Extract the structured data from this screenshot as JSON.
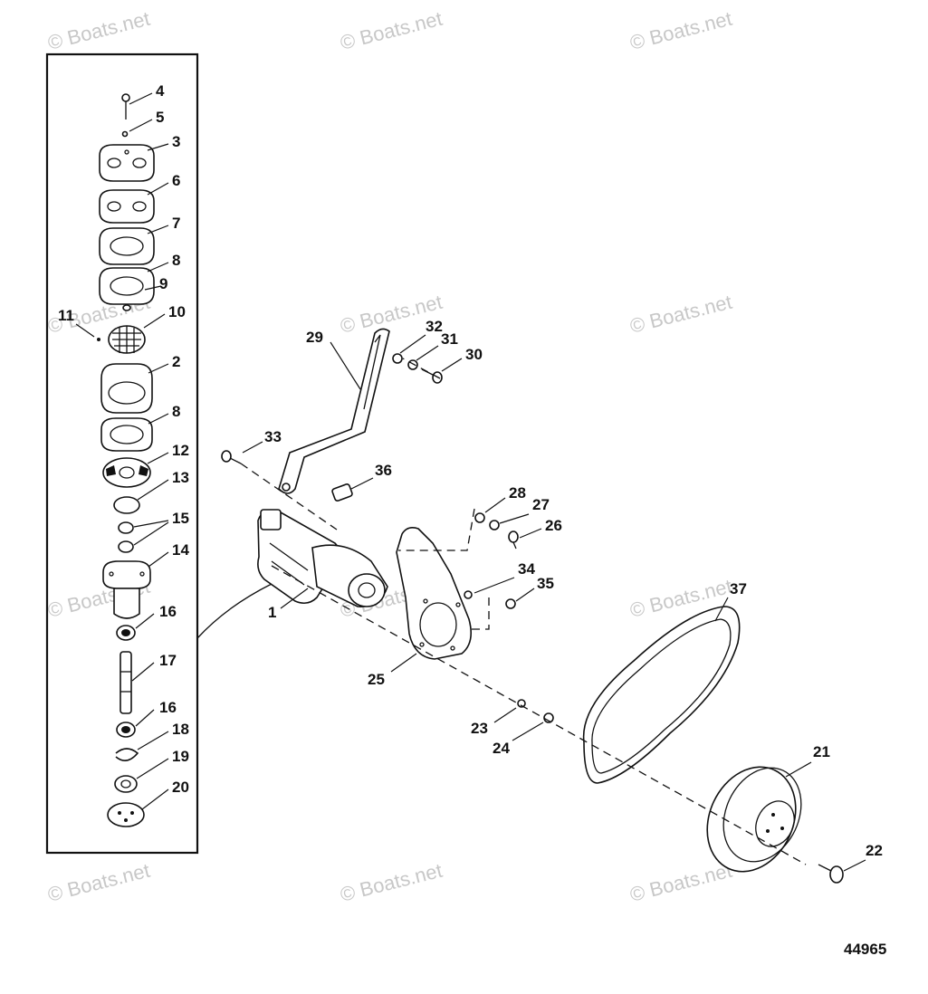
{
  "watermark": "© Boats.net",
  "drawing_number": "44965",
  "callouts": [
    "1",
    "2",
    "3",
    "4",
    "5",
    "6",
    "7",
    "8",
    "9",
    "10",
    "11",
    "12",
    "13",
    "14",
    "15",
    "16",
    "17",
    "18",
    "19",
    "20",
    "21",
    "22",
    "23",
    "24",
    "25",
    "26",
    "27",
    "28",
    "29",
    "30",
    "31",
    "32",
    "33",
    "34",
    "35",
    "36",
    "37"
  ],
  "exploded_view": {
    "labels": {
      "p4": "4",
      "p5": "5",
      "p3": "3",
      "p6": "6",
      "p7": "7",
      "p8a": "8",
      "p9": "9",
      "p11": "11",
      "p10": "10",
      "p2": "2",
      "p8b": "8",
      "p12": "12",
      "p13": "13",
      "p15": "15",
      "p14": "14",
      "p16a": "16",
      "p17": "17",
      "p16b": "16",
      "p18": "18",
      "p19": "19",
      "p20": "20"
    }
  },
  "main_view": {
    "labels": {
      "p29": "29",
      "p32": "32",
      "p31": "31",
      "p30": "30",
      "p33": "33",
      "p36": "36",
      "p28": "28",
      "p27": "27",
      "p26": "26",
      "p34": "34",
      "p35": "35",
      "p37": "37",
      "p1": "1",
      "p25": "25",
      "p23": "23",
      "p24": "24",
      "p21": "21",
      "p22": "22"
    }
  }
}
